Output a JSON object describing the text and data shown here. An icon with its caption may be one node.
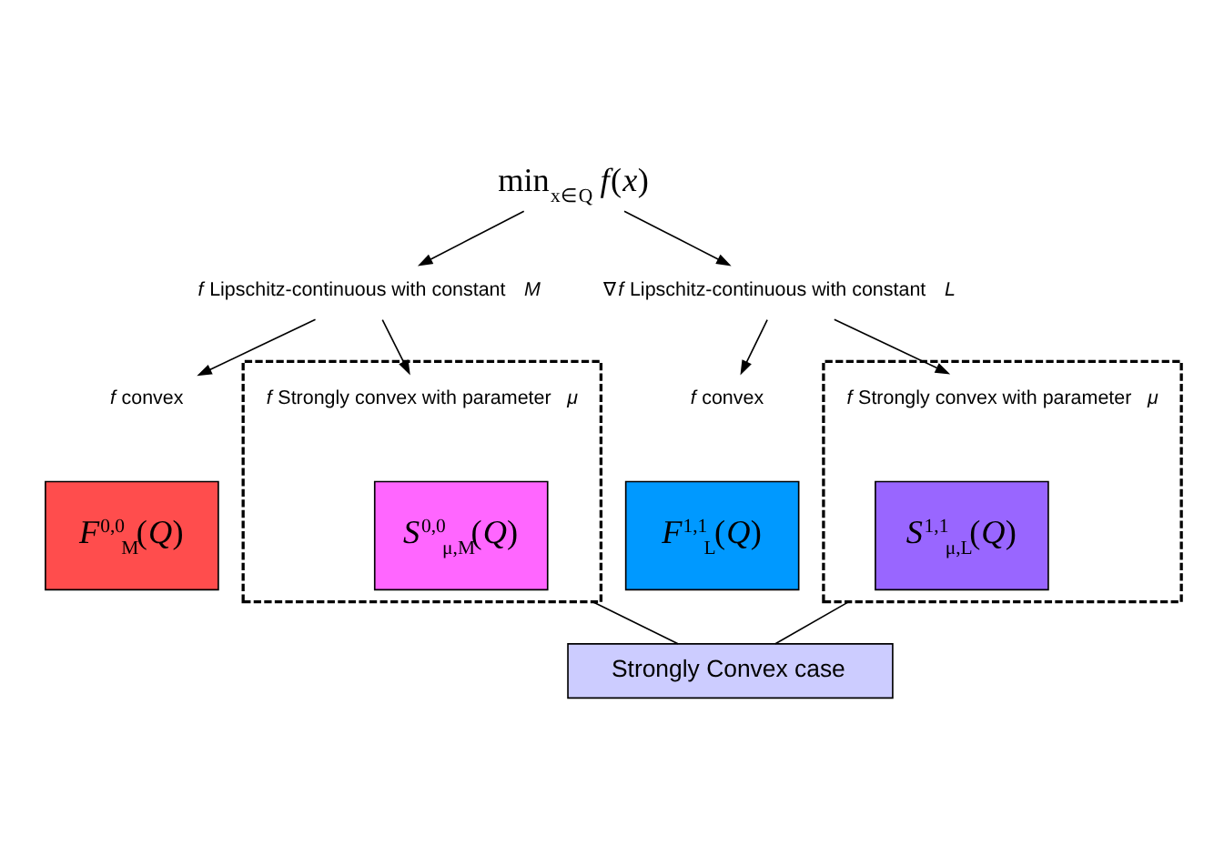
{
  "diagram": {
    "nodes": [
      {
        "text": [
          "min$_{x∈Q}$ *f*(*x*)"
        ]
      },
      {
        "text": [
          "*f* Lipschitz-continuous with constant *M*"
        ]
      },
      {
        "text": [
          "∇*f* Lipschitz-continuous with constant *L*"
        ]
      },
      {
        "text": [
          "*f* convex"
        ]
      },
      {
        "text": [
          "*F*$^{0,0}$$_{M}$(*Q*)"
        ]
      },
      {
        "text": [],
        "shape": "box"
      },
      {
        "text": [
          "*f* Strongly convex with parameter *μ*"
        ],
        "in": 5
      },
      {
        "text": [
          "*S*$^{0,0}$$_{μ,M}$(*Q*)"
        ],
        "in": 5
      },
      {
        "text": [
          "*f* convex"
        ]
      },
      {
        "text": [
          "*F*$^{1,1}$$_{L}$(*Q*)"
        ]
      },
      {
        "text": [],
        "shape": "box"
      },
      {
        "text": [
          "*f* Strongly convex with parameter *μ*"
        ],
        "in": 10
      },
      {
        "text": [
          "*S*$^{1,1}$$_{μ,L}$(*Q*)"
        ],
        "in": 10
      },
      {
        "text": [
          "Strongly Convex case"
        ]
      }
    ],
    "edges": [
      {
        "from": 0,
        "to": 1,
        "arrow": "to"
      },
      {
        "from": 0,
        "to": 2,
        "arrow": "to"
      },
      {
        "from": 1,
        "to": 3,
        "arrow": "to"
      },
      {
        "from": 1,
        "to": 6,
        "arrow": "to"
      },
      {
        "from": 2,
        "to": 8,
        "arrow": "to"
      },
      {
        "from": 2,
        "to": 11,
        "arrow": "to"
      },
      {
        "from": 5,
        "to": 13,
        "arrow": "none"
      },
      {
        "from": 10,
        "to": 13,
        "arrow": "none"
      }
    ]
  }
}
